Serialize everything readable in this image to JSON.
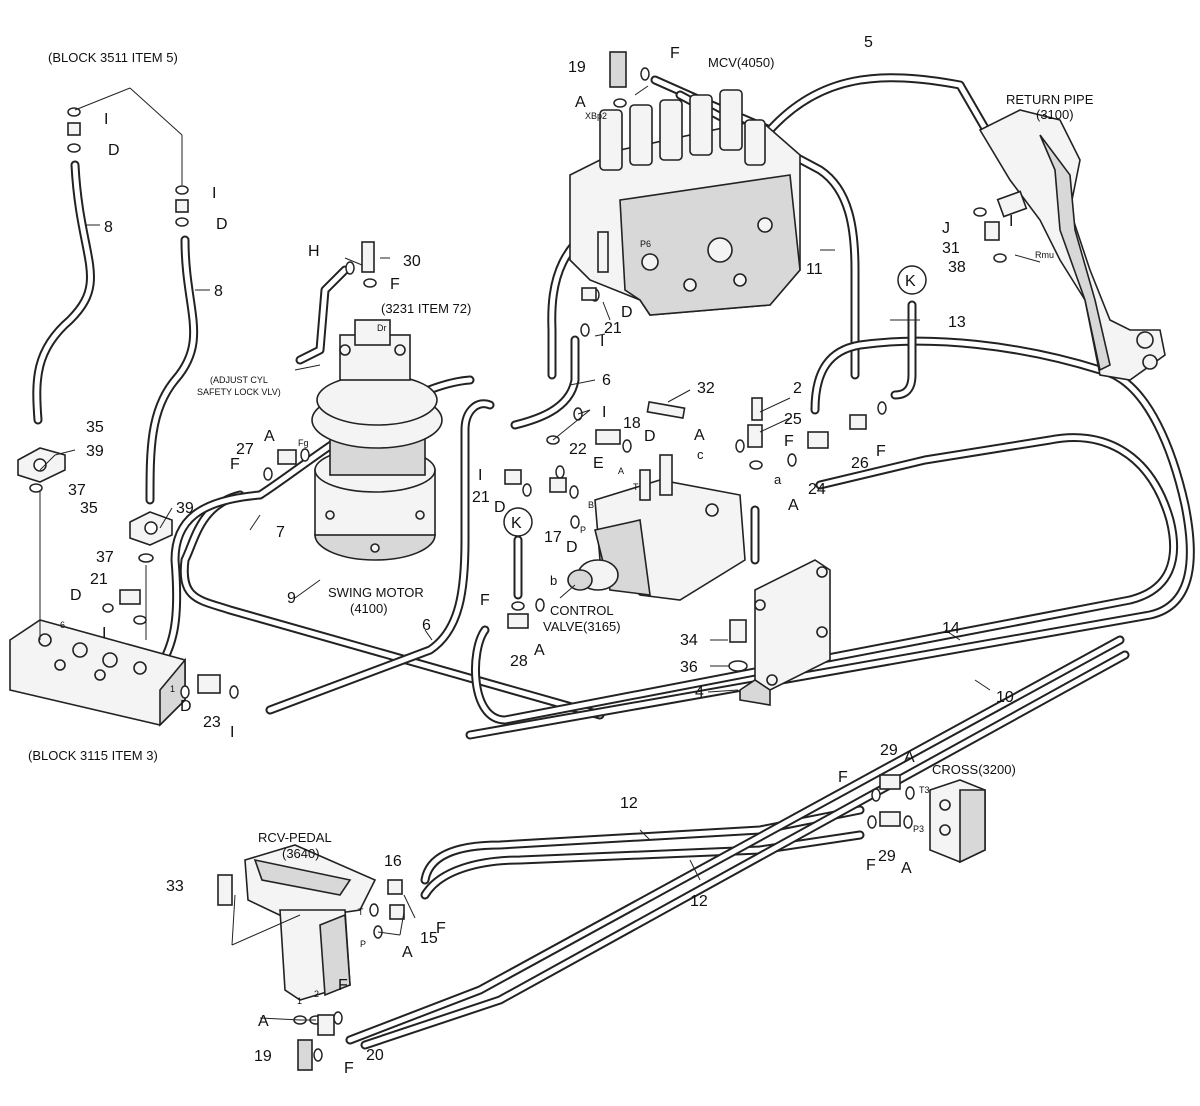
{
  "headers": {
    "block3511": "(BLOCK 3511 ITEM 5)",
    "block3115": "(BLOCK 3115 ITEM 3)",
    "mcv": "MCV(4050)",
    "return_pipe": "RETURN PIPE",
    "return_pipe_no": "(3100)",
    "swing_motor": "SWING MOTOR",
    "swing_motor_no": "(4100)",
    "control_valve_1": "CONTROL",
    "control_valve_2": "VALVE(3165)",
    "rcv_pedal_1": "RCV-PEDAL",
    "rcv_pedal_2": "(3640)",
    "cross": "CROSS(3200)",
    "item3231": "(3231 ITEM 72)",
    "adjust_1": "(ADJUST CYL",
    "adjust_2": "SAFETY LOCK VLV)"
  },
  "callout_k": "K",
  "labels": {
    "n2": "2",
    "n4": "4",
    "n5": "5",
    "n6a": "6",
    "n6b": "6",
    "n7": "7",
    "n8a": "8",
    "n8b": "8",
    "n9": "9",
    "n10": "10",
    "n11": "11",
    "n12a": "12",
    "n12b": "12",
    "n13": "13",
    "n14": "14",
    "n15": "15",
    "n16": "16",
    "n17": "17",
    "n18": "18",
    "n19a": "19",
    "n19b": "19",
    "n20": "20",
    "n21a": "21",
    "n21b": "21",
    "n21c": "21",
    "n22": "22",
    "n23": "23",
    "n24": "24",
    "n25": "25",
    "n26": "26",
    "n27": "27",
    "n28": "28",
    "n29a": "29",
    "n29b": "29",
    "n30": "30",
    "n31": "31",
    "n32": "32",
    "n33": "33",
    "n34": "34",
    "n35a": "35",
    "n35b": "35",
    "n36": "36",
    "n37a": "37",
    "n37b": "37",
    "n38": "38",
    "n39a": "39",
    "n39b": "39",
    "A1": "A",
    "A2": "A",
    "A3": "A",
    "A4": "A",
    "A5": "A",
    "A6": "A",
    "A7": "A",
    "A8": "A",
    "A9": "A",
    "A10": "A",
    "D1": "D",
    "D2": "D",
    "D3": "D",
    "D4": "D",
    "D5": "D",
    "D6": "D",
    "D7": "D",
    "D8": "D",
    "F1": "F",
    "F2": "F",
    "F3": "F",
    "F4": "F",
    "F5": "F",
    "F6": "F",
    "F7": "F",
    "F8": "F",
    "F9": "F",
    "F10": "F",
    "F11": "F",
    "I1": "I",
    "I2": "I",
    "I3": "I",
    "I4": "I",
    "I5": "I",
    "I6": "I",
    "I7": "I",
    "I8": "I",
    "E1": "E",
    "H1": "H",
    "J1": "J"
  },
  "port_labels": {
    "xbp2": "XBp2",
    "p6": "P6",
    "dr": "Dr",
    "rmu": "Rmu",
    "fg": "Fg",
    "t3": "T3",
    "p3": "P3",
    "pa": "a",
    "pb": "b",
    "pc": "c",
    "pA": "A",
    "pB": "B",
    "pT": "T",
    "pP": "P",
    "rT": "T",
    "rP": "P",
    "r1": "1",
    "r2": "2",
    "b1": "1",
    "b6": "6"
  }
}
